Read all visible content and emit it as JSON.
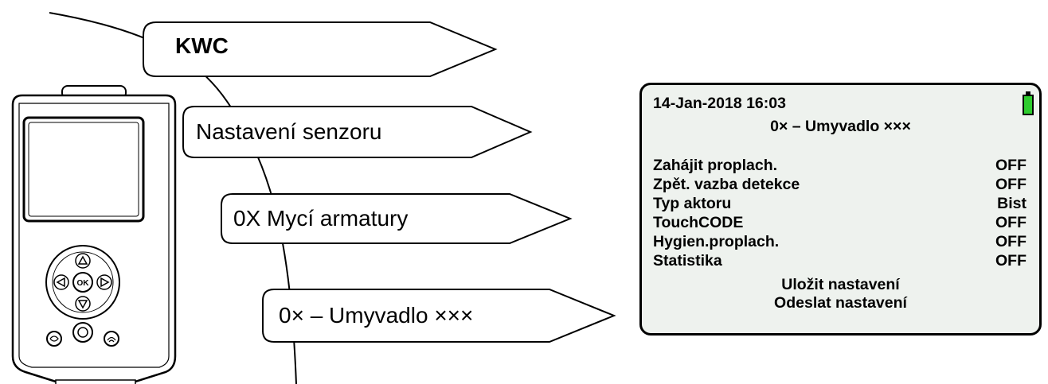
{
  "menu_path": [
    {
      "label": "KWC",
      "bold": true
    },
    {
      "label": "Nastavení senzoru",
      "bold": false
    },
    {
      "label": "0X Mycí armatury",
      "bold": false
    },
    {
      "label": "0× – Umyvadlo ×××",
      "bold": false
    }
  ],
  "device": {
    "ok_button_label": "OK",
    "icons": [
      "up-arrow-icon",
      "down-arrow-icon",
      "left-arrow-icon",
      "right-arrow-icon",
      "power-icon",
      "sensor-icon",
      "wireless-icon"
    ]
  },
  "screen": {
    "datetime": "14-Jan-2018 16:03",
    "title": "0× – Umyvadlo ×××",
    "battery_color": "#2ecc2e",
    "settings": [
      {
        "label": "Zahájit proplach.",
        "value": "OFF"
      },
      {
        "label": "Zpět. vazba detekce",
        "value": "OFF"
      },
      {
        "label": "Typ aktoru",
        "value": "Bist"
      },
      {
        "label": "TouchCODE",
        "value": "OFF"
      },
      {
        "label": "Hygien.proplach.",
        "value": "OFF"
      },
      {
        "label": "Statistika",
        "value": "OFF"
      }
    ],
    "actions": [
      "Uložit nastavení",
      "Odeslat nastavení"
    ]
  }
}
